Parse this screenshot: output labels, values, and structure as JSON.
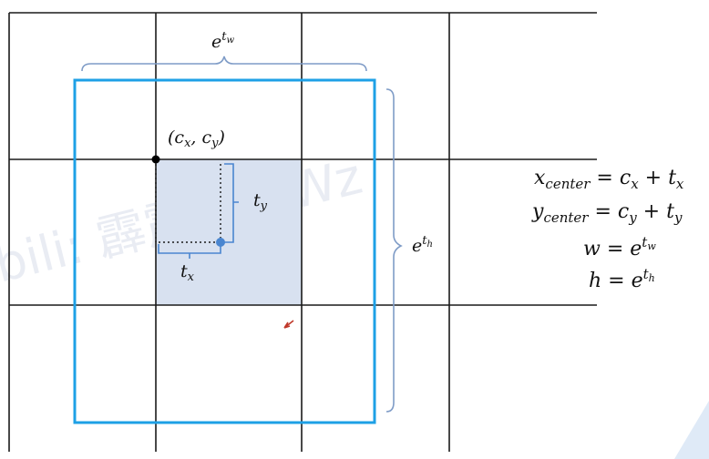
{
  "diagram": {
    "colors": {
      "grid": "#1a1a1a",
      "anchor_box": "#1ea0e6",
      "cell_fill": "#d8e1f0",
      "brace": "#7f9cc7",
      "point_end": "#4a86d0",
      "point_start": "#000000"
    },
    "labels": {
      "width_label": "e^{t_w}",
      "height_label": "e^{t_h}",
      "corner_label": "(c_x, c_y)",
      "ty_label": "t_y",
      "tx_label": "t_x"
    },
    "watermark": "bili: 霹雳吧啦Wz",
    "equations": [
      "x_{center} = c_x + t_x",
      "y_{center} = c_y + t_y",
      "w = e^{t_w}",
      "h = e^{t_h}"
    ]
  }
}
